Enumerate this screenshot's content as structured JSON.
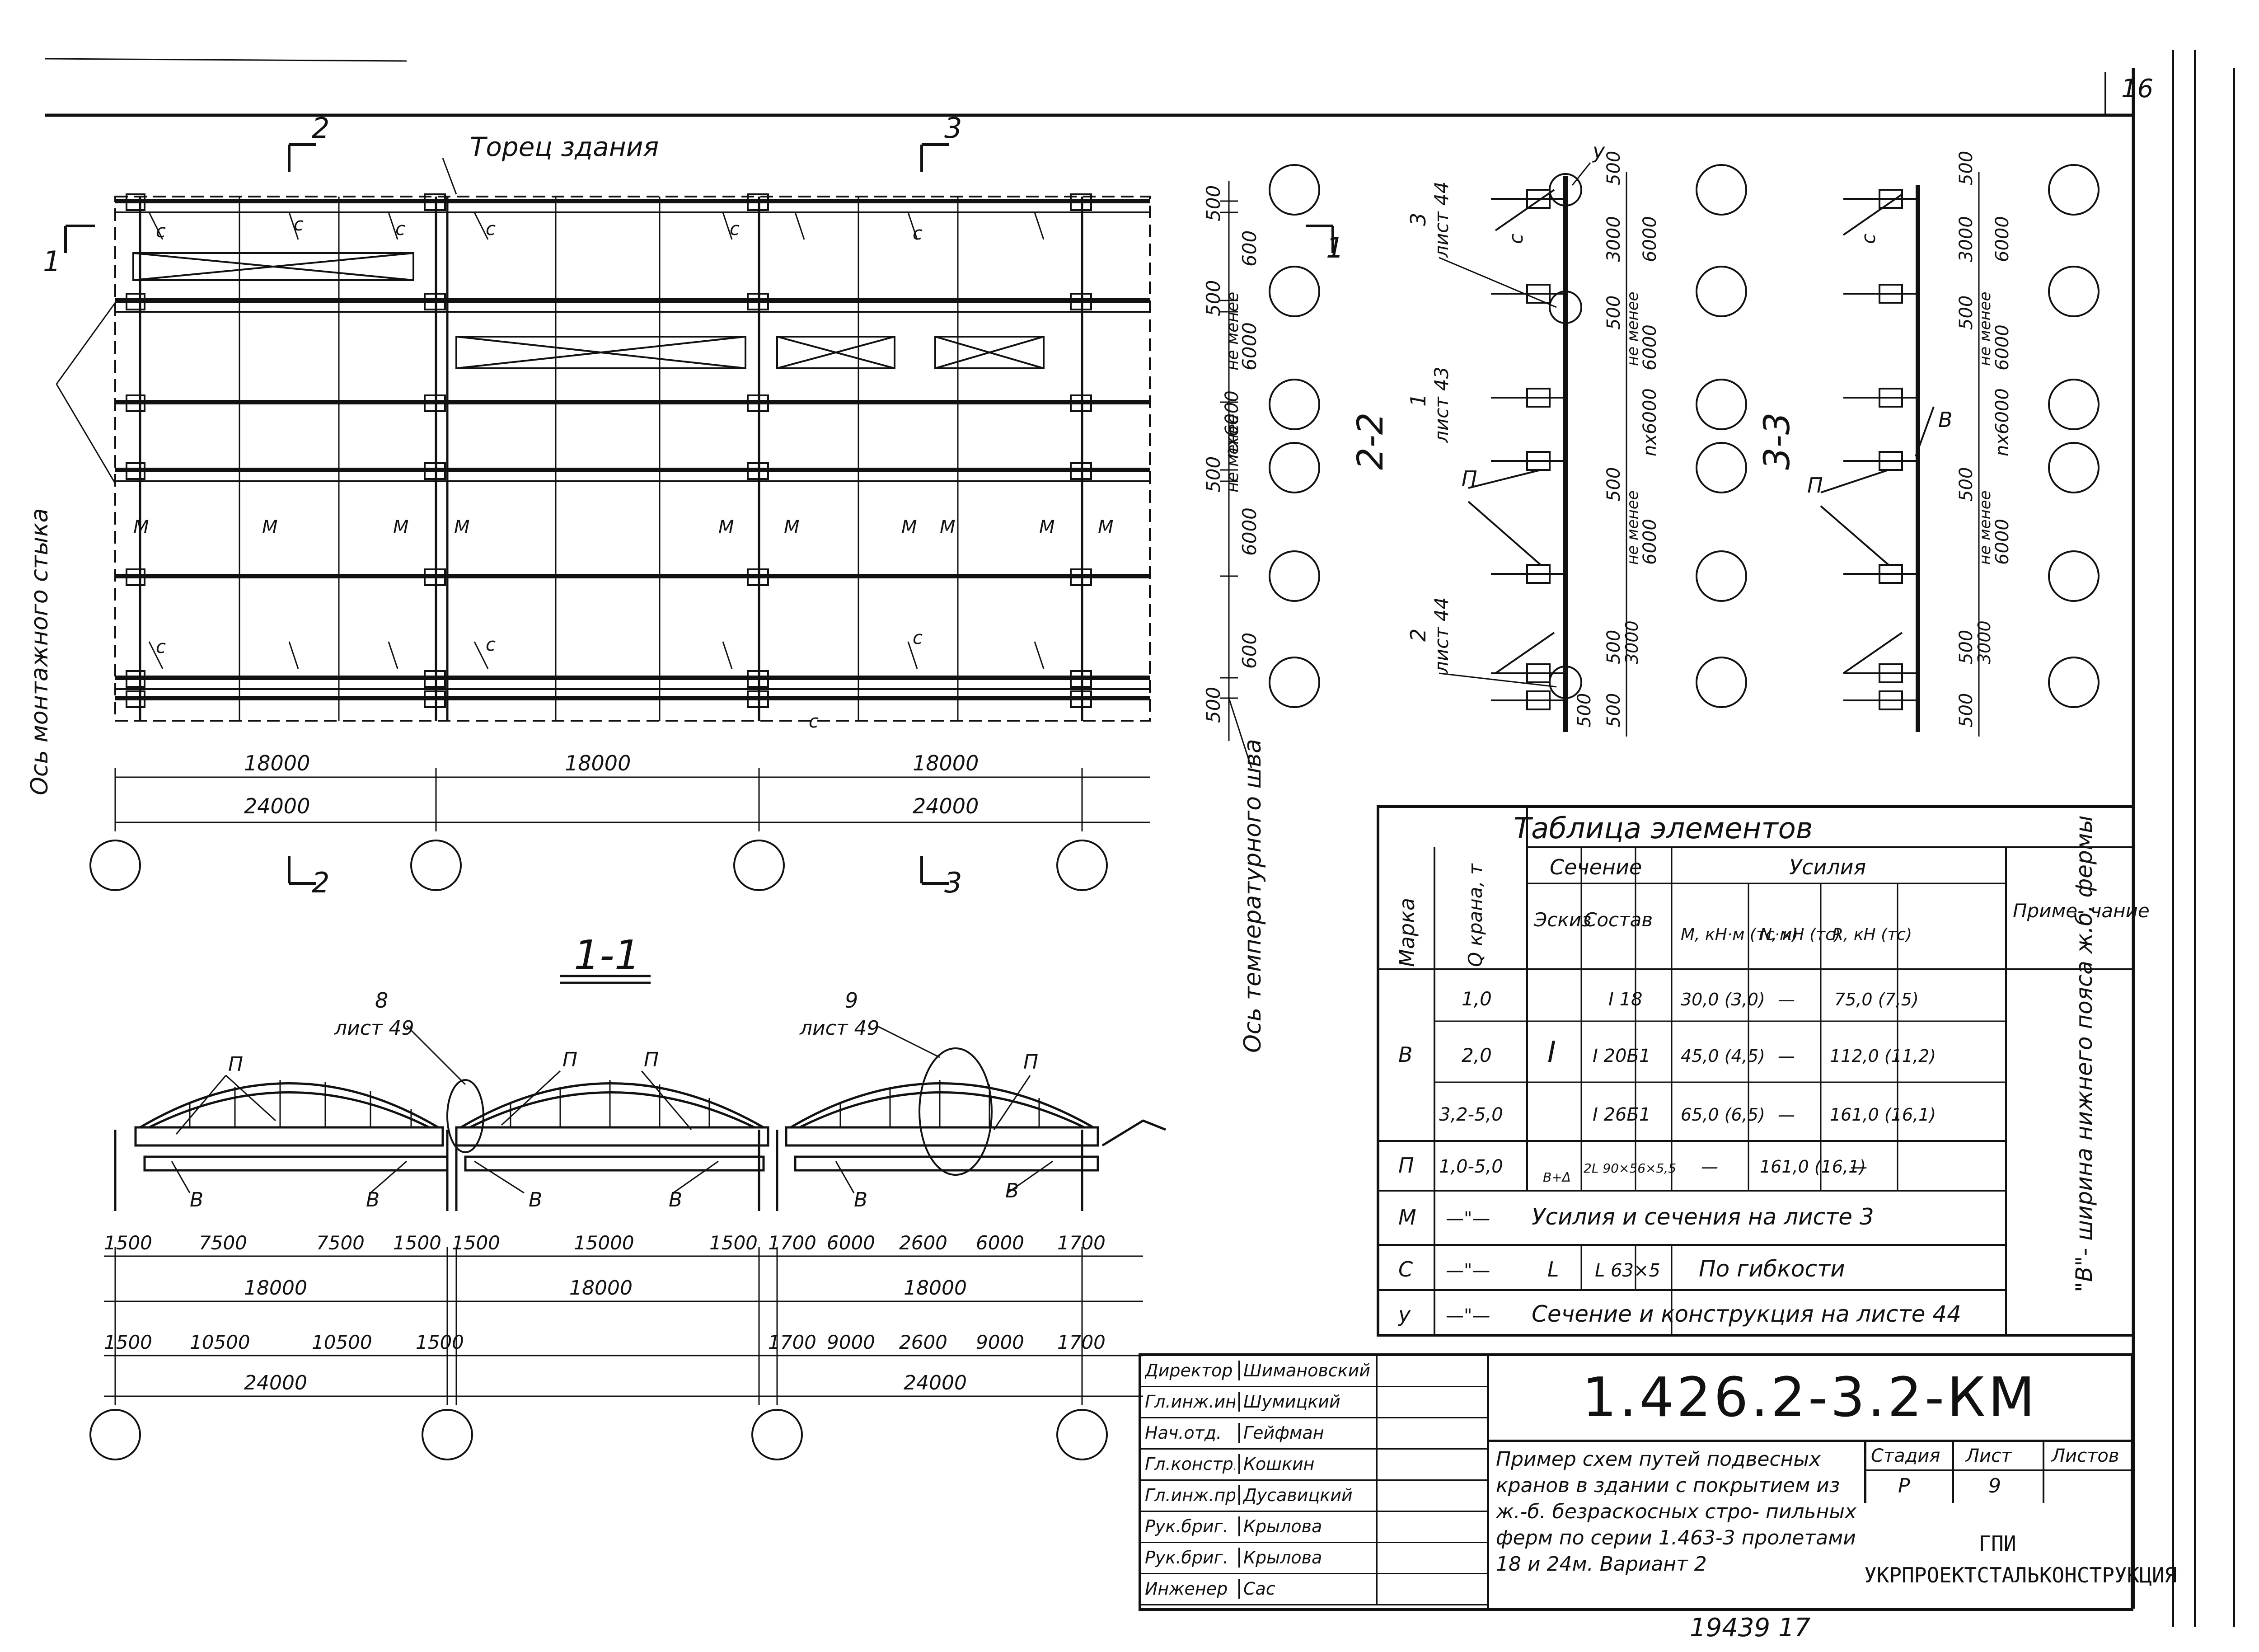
{
  "sheet_number": "16",
  "top_plan": {
    "annotation_building_end": "Торец здания",
    "section_marks": [
      "1",
      "1",
      "2",
      "2",
      "3",
      "3"
    ],
    "axis_montage": "Ось монтажного стыка",
    "axis_temp": "Ось температурного шва",
    "dims_right": [
      "500",
      "600",
      "500",
      "не менее",
      "6000",
      "500",
      "не менее",
      "6000",
      "600",
      "500"
    ],
    "dims_right_pattern": "nx6000",
    "spans_bottom": [
      "18000",
      "18000",
      "18000"
    ],
    "spans_total": [
      "24000",
      "24000"
    ],
    "letters_c": [
      "c",
      "c",
      "c",
      "c",
      "c",
      "c",
      "c",
      "c",
      "c",
      "c"
    ],
    "letters_m": [
      "M",
      "M",
      "M",
      "M",
      "M",
      "M",
      "M",
      "M",
      "M",
      "M"
    ]
  },
  "section_22": {
    "label": "2-2",
    "callouts": [
      "3",
      "лист 44",
      "1",
      "лист 43",
      "2",
      "лист 44"
    ],
    "letter_y": "y",
    "letter_n": "П",
    "letter_c": "c",
    "dims": [
      "500",
      "3000",
      "6000",
      "500",
      "не менее",
      "6000",
      "nx6000",
      "500",
      "не менее",
      "6000",
      "3000",
      "500",
      "500",
      "500"
    ]
  },
  "section_33": {
    "label": "3-3",
    "letter_b": "B",
    "letter_n": "П",
    "letter_c": "c",
    "dims": [
      "500",
      "3000",
      "6000",
      "500",
      "не менее",
      "6000",
      "nx6000",
      "500",
      "не менее",
      "6000",
      "3000",
      "500",
      "500"
    ]
  },
  "section_11": {
    "label": "1-1",
    "callouts": [
      "8",
      "лист 49",
      "9",
      "лист 49"
    ],
    "letters": [
      "П",
      "П",
      "П",
      "П",
      "B",
      "B",
      "B",
      "B",
      "B",
      "B"
    ],
    "dims_row1": [
      "1500",
      "7500",
      "7500",
      "1500",
      "1500",
      "15000",
      "1500",
      "1700",
      "6000",
      "2600",
      "6000",
      "1700"
    ],
    "dims_row2": [
      "18000",
      "18000",
      "18000"
    ],
    "dims_row3": [
      "1500",
      "10500",
      "10500",
      "1500",
      "1700",
      "9000",
      "2600",
      "9000",
      "1700"
    ],
    "dims_row4": [
      "24000",
      "24000"
    ]
  },
  "elements_table": {
    "title": "Таблица элементов",
    "headers": {
      "mark": "Марка",
      "q": "Q крана, т",
      "section": "Сечение",
      "sketch": "Эскиз",
      "composition": "Состав",
      "forces": "Усилия",
      "m": "M, кН·м (тс·м)",
      "n": "N, кН (тс)",
      "r": "R, кН (тс)",
      "note": "Приме- чание"
    },
    "rows": [
      {
        "mark": "",
        "q": "1,0",
        "sketch": "",
        "composition": "I 18",
        "m": "30,0 (3,0)",
        "n": "—",
        "r": "75,0 (7,5)"
      },
      {
        "mark": "B",
        "q": "2,0",
        "sketch": "I",
        "composition": "I 20Б1",
        "m": "45,0 (4,5)",
        "n": "—",
        "r": "112,0 (11,2)"
      },
      {
        "mark": "",
        "q": "3,2-5,0",
        "sketch": "",
        "composition": "I 26Б1",
        "m": "65,0 (6,5)",
        "n": "—",
        "r": "161,0 (16,1)"
      },
      {
        "mark": "П",
        "q": "1,0-5,0",
        "sketch": "B+Δ",
        "composition": "2L 90×56×5,5",
        "m": "—",
        "n": "161,0 (16,1)",
        "r": "—"
      },
      {
        "mark": "M",
        "q": "—\"—",
        "merged": "Усилия и сечения на листе 3"
      },
      {
        "mark": "C",
        "q": "—\"—",
        "sketch": "L",
        "composition": "L 63×5",
        "merged_short": "По гибкости"
      },
      {
        "mark": "y",
        "q": "—\"—",
        "merged": "Сечение и конструкция на листе 44"
      }
    ],
    "note_vertical": "\"B\"- ширина нижнего пояса ж.б. фермы"
  },
  "title_block": {
    "code": "1.426.2-3.2-КМ",
    "description": "Пример схем путей подвесных кранов в здании с покрытием из ж.-б. безраскосных стро- пильных ферм по серии 1.463-3 пролетами 18 и 24м. Вариант 2",
    "stage_label": "Стадия",
    "sheet_label": "Лист",
    "sheets_label": "Листов",
    "stage_value": "Р",
    "sheet_value": "9",
    "sheets_value": "",
    "org": "ГПИ УКРПРОЕКТСТАЛЬКОНСТРУКЦИЯ",
    "people": [
      {
        "role": "Директор",
        "name": "Шимановский"
      },
      {
        "role": "Гл.инж.ин.",
        "name": "Шумицкий"
      },
      {
        "role": "Нач.отд.",
        "name": "Гейфман"
      },
      {
        "role": "Гл.констр.",
        "name": "Кошкин"
      },
      {
        "role": "Гл.инж.пр.",
        "name": "Дусавицкий"
      },
      {
        "role": "Рук.бриг.",
        "name": "Крылова"
      },
      {
        "role": "Рук.бриг.",
        "name": "Крылова"
      },
      {
        "role": "Инженер",
        "name": "Сас"
      }
    ],
    "bottom_number": "19439 17"
  }
}
